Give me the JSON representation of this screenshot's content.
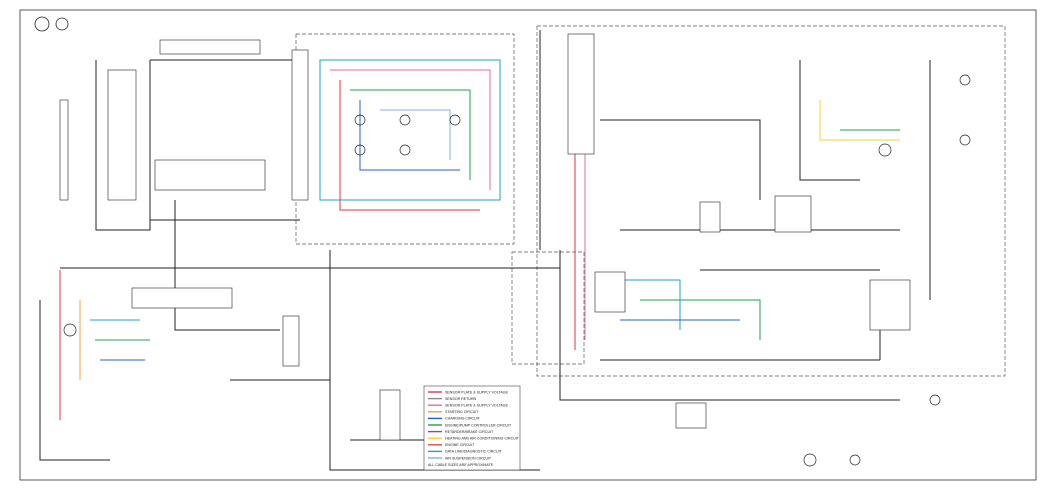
{
  "legend": {
    "items": [
      {
        "label": "SENSOR PLATE & SUPPLY VOLTAGE",
        "color": "#e3344a"
      },
      {
        "label": "SENSOR RETURN",
        "color": "#8a8a8a"
      },
      {
        "label": "SENSOR PLATE & SUPPLY VOLTAGE",
        "color": "#f06a8c"
      },
      {
        "label": "STARTING CIRCUIT",
        "color": "#f2a33a"
      },
      {
        "label": "CHARGING CIRCUIT",
        "color": "#2a5bd7"
      },
      {
        "label": "ENGINE/PUMP CONTROLLER CIRCUIT",
        "color": "#1fa34a"
      },
      {
        "label": "RETARDER/BRAKE CIRCUIT",
        "color": "#8e44ad"
      },
      {
        "label": "HEATING AND AIR CONDITIONING CIRCUIT",
        "color": "#f4d23a"
      },
      {
        "label": "ENGINE CIRCUIT",
        "color": "#e24c3c"
      },
      {
        "label": "DATA LINK/DIAGNOSTIC CIRCUIT",
        "color": "#19a3c9"
      },
      {
        "label": "AIR SUSPENSION CIRCUIT",
        "color": "#7fb3e6"
      }
    ],
    "footer": "ALL CABLE SIZES ARE APPROXIMATE"
  },
  "colors": {
    "black": "#222222",
    "red": "#e3344a",
    "pink": "#f06a8c",
    "orange": "#f2a33a",
    "blue": "#2a5bd7",
    "green": "#1fa34a",
    "purple": "#8e44ad",
    "yellow": "#f4d23a",
    "cyan": "#19a3c9",
    "lightblue": "#7fb3e6"
  }
}
